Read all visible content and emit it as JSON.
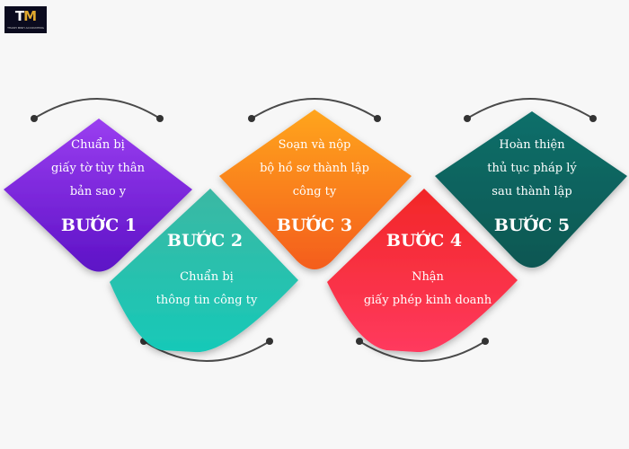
{
  "logo": {
    "mark_t": "T",
    "mark_m": "M",
    "tagline": "THANH MINH ACCOUNTING"
  },
  "steps": [
    {
      "title": "BƯỚC 1",
      "lines": [
        "Chuẩn bị",
        "giấy tờ tùy thân",
        "bản sao y"
      ],
      "color_top": "#9a3ef0",
      "color_bottom": "#5d12c6"
    },
    {
      "title": "BƯỚC 2",
      "lines": [
        "Chuẩn bị",
        "thông tin công ty"
      ],
      "color_top": "#3bb8a3",
      "color_bottom": "#17c9b8"
    },
    {
      "title": "BƯỚC 3",
      "lines": [
        "Soạn và nộp",
        "bộ hồ sơ thành lập",
        "công ty"
      ],
      "color_top": "#ffa51f",
      "color_bottom": "#f45d1f"
    },
    {
      "title": "BƯỚC 4",
      "lines": [
        "Nhận",
        "giấy phép kinh doanh"
      ],
      "color_top": "#f22727",
      "color_bottom": "#ff3a5e"
    },
    {
      "title": "BƯỚC 5",
      "lines": [
        "Hoàn thiện",
        "thủ tục pháp lý",
        "sau thành lập"
      ],
      "color_top": "#0f6f6a",
      "color_bottom": "#0a5752"
    }
  ]
}
